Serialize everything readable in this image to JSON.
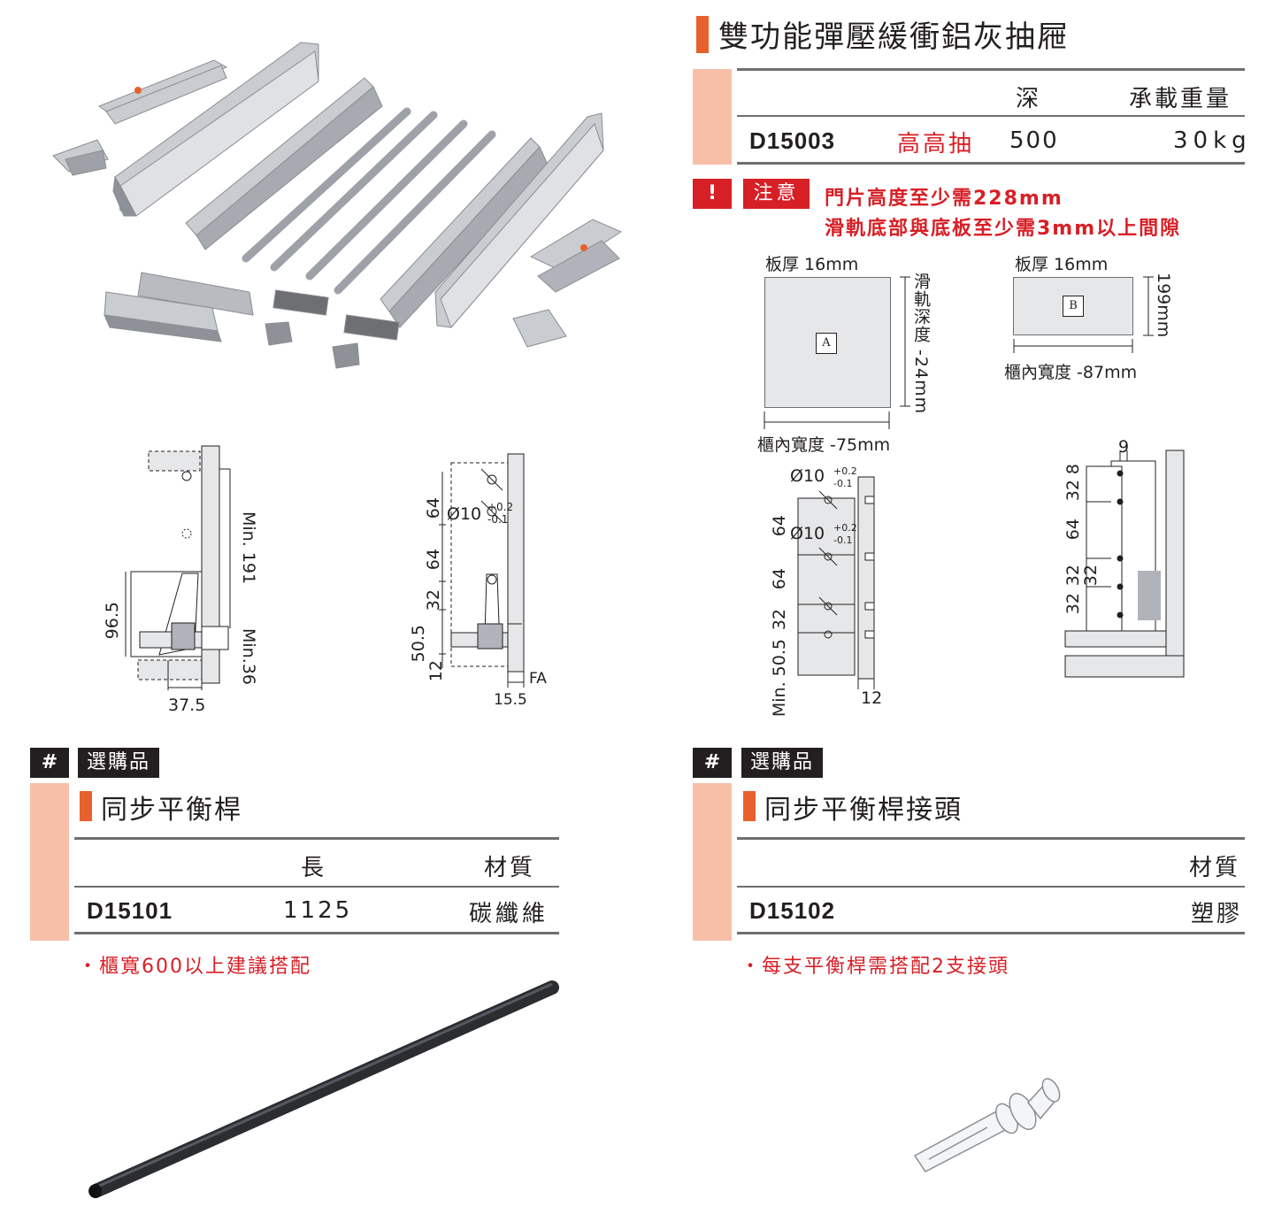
{
  "main": {
    "title": "雙功能彈壓緩衝鋁灰抽屜",
    "table": {
      "headers": [
        "深",
        "承載重量"
      ],
      "row": {
        "code": "D15003",
        "variant": "高高抽",
        "depth": "500",
        "load": "30kg"
      }
    },
    "warning": {
      "icon": "!",
      "label": "注意",
      "lines": [
        "門片高度至少需228mm",
        "滑軌底部與底板至少需3mm以上間隙"
      ]
    },
    "panel_a": {
      "thickness": "板厚 16mm",
      "box_label": "A",
      "side_label": "滑軌深度 -24mm",
      "bottom_label": "櫃內寬度 -75mm"
    },
    "panel_b": {
      "thickness": "板厚 16mm",
      "box_label": "B",
      "side_label": "199mm",
      "bottom_label": "櫃內寬度 -87mm"
    }
  },
  "drawings": {
    "d1": {
      "min191": "Min. 191",
      "h965": "96.5",
      "min36": "Min.36",
      "w375": "37.5"
    },
    "d2": {
      "s64a": "64",
      "s64b": "64",
      "s32": "32",
      "s505": "50.5",
      "s12": "12",
      "dia": "Ø10",
      "tol_up": "+0.2",
      "tol_dn": "-0.1",
      "fa": "FA",
      "w155": "15.5"
    },
    "d3": {
      "dia": "Ø10",
      "tol_up": "+0.2",
      "tol_dn": "-0.1",
      "s64a": "64",
      "s64b": "64",
      "s32": "32",
      "min505": "Min. 50.5",
      "s12": "12"
    },
    "d4": {
      "s9": "9",
      "s8": "8",
      "s32a": "32",
      "s64": "64",
      "s32b": "32",
      "s32c": "32",
      "s32d": "32"
    }
  },
  "accessory_left": {
    "hash": "#",
    "tag": "選購品",
    "title": "同步平衡桿",
    "headers": [
      "長",
      "材質"
    ],
    "row": {
      "code": "D15101",
      "length": "1125",
      "material": "碳纖維"
    },
    "note": "・櫃寬600以上建議搭配"
  },
  "accessory_right": {
    "hash": "#",
    "tag": "選購品",
    "title": "同步平衡桿接頭",
    "headers": [
      "材質"
    ],
    "row": {
      "code": "D15102",
      "material": "塑膠"
    },
    "note": "・每支平衡桿需搭配2支接頭"
  },
  "colors": {
    "accent": "#e8612c",
    "pink": "#f8bfa8",
    "warning": "#d71f26",
    "text": "#231f20",
    "rule": "#6d6e71"
  }
}
